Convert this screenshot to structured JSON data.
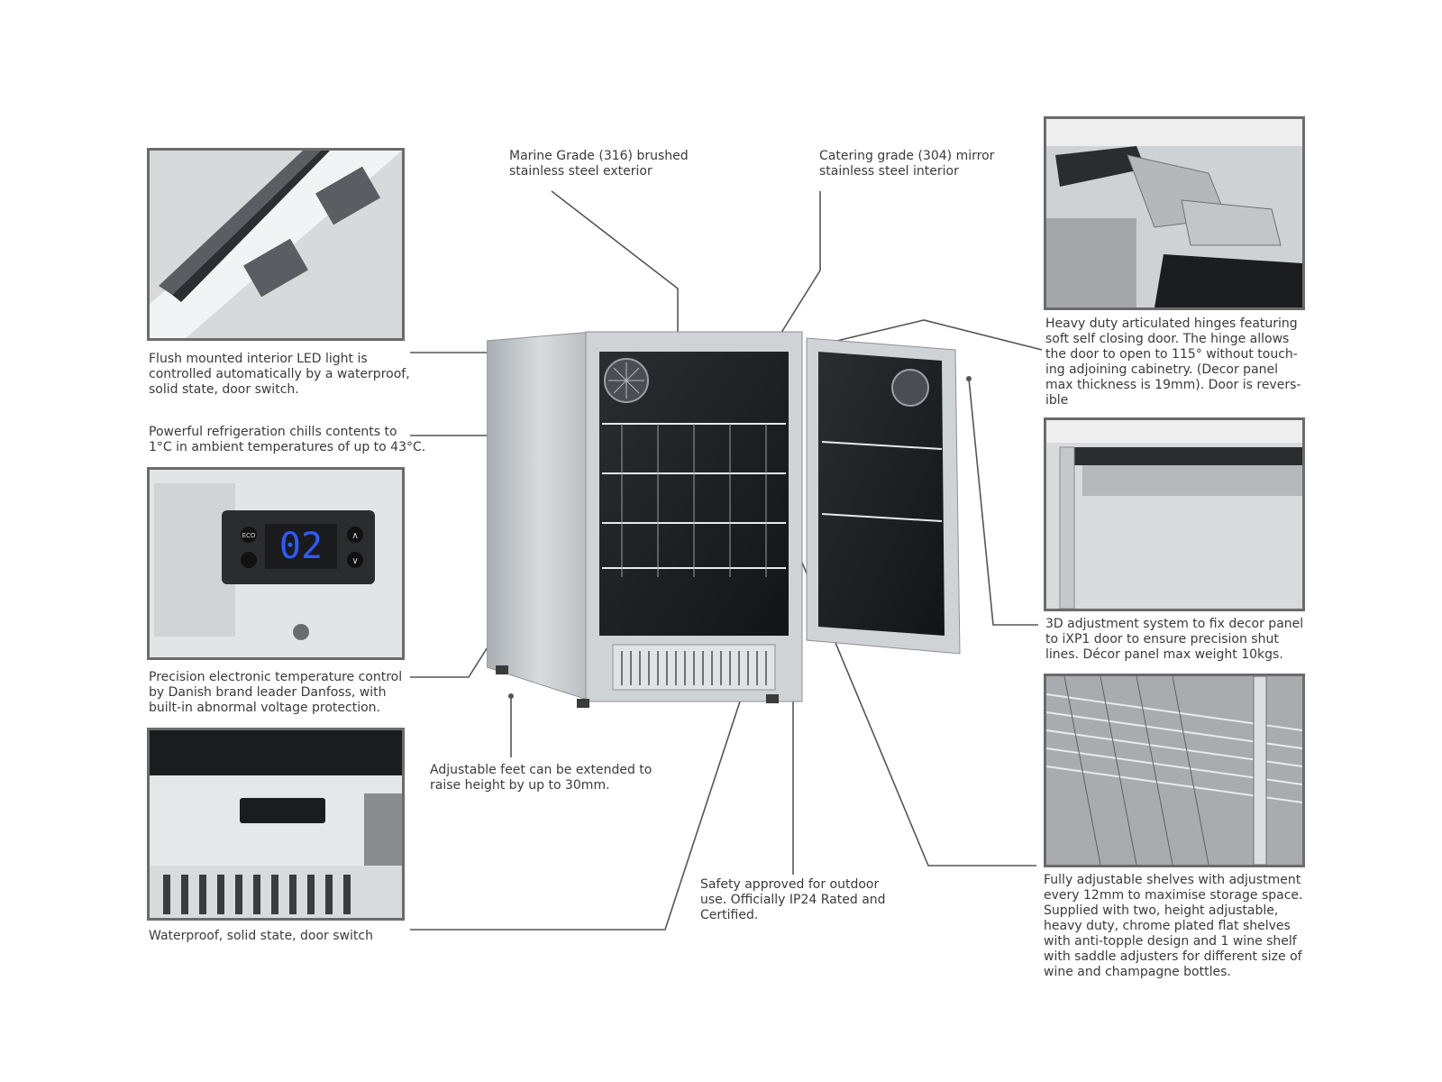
{
  "callouts": {
    "marine": {
      "lines": [
        "Marine Grade (316) brushed",
        "stainless steel exterior"
      ]
    },
    "catering": {
      "lines": [
        "Catering grade (304) mirror",
        "stainless steel interior"
      ]
    },
    "led": {
      "lines": [
        "Flush mounted interior LED light is",
        "controlled automatically by a waterproof,",
        "solid state, door switch."
      ]
    },
    "refrigeration": {
      "lines": [
        "Powerful refrigeration chills contents to",
        "1°C in ambient temperatures of up to 43°C."
      ]
    },
    "control": {
      "lines": [
        "Precision electronic temperature control",
        "by Danish brand leader Danfoss, with",
        "built-in abnormal voltage protection."
      ]
    },
    "switch": {
      "lines": [
        "Waterproof, solid state, door switch"
      ]
    },
    "feet": {
      "lines": [
        "Adjustable feet can be extended to",
        "raise height by up to 30mm."
      ]
    },
    "outdoor": {
      "lines": [
        "Safety approved for outdoor",
        "use. Officially IP24 Rated and",
        "Certified."
      ]
    },
    "hinges": {
      "lines": [
        "Heavy duty articulated hinges featuring",
        "soft self closing door. The hinge allows",
        "the door to open to 115° without touch-",
        "ing adjoining cabinetry. (Decor panel",
        "max thickness is 19mm). Door is revers-",
        "ible"
      ]
    },
    "adjust3d": {
      "lines": [
        "3D adjustment system to fix decor panel",
        "to iXP1 door to ensure precision shut",
        "lines. Décor panel max weight 10kgs."
      ]
    },
    "shelves": {
      "lines": [
        "Fully adjustable shelves with adjustment",
        "every 12mm to maximise storage space.",
        "Supplied with two, height adjustable,",
        "heavy duty, chrome plated flat shelves",
        "with anti-topple design and 1 wine shelf",
        "with saddle adjusters for different size of",
        "wine and champagne bottles."
      ]
    }
  },
  "thermostat_display": {
    "reading": "02",
    "eco_label": "ECO"
  },
  "colors": {
    "leader_line": "#555555",
    "thumb_border": "#6b6b6b",
    "display_digits": "#2a5cff",
    "stainless": "#c9cdd0",
    "caption_text": "#3a3a3a"
  }
}
